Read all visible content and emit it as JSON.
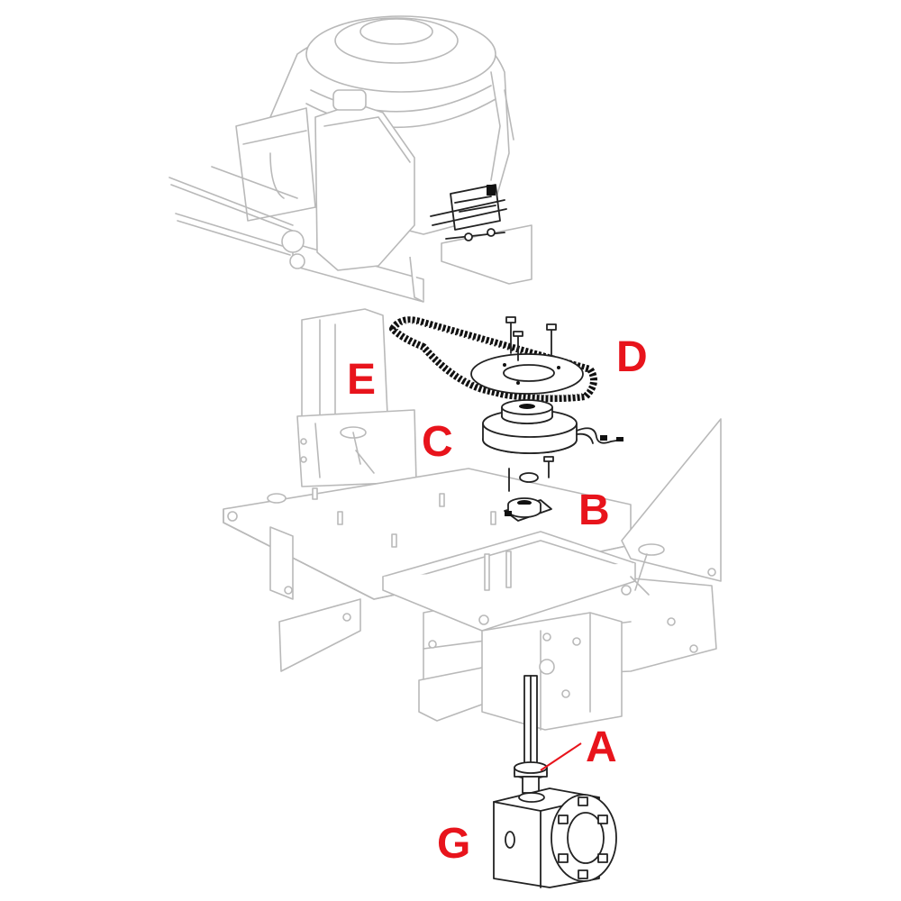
{
  "diagram": {
    "labels": {
      "a": "A",
      "b": "B",
      "c": "C",
      "d": "D",
      "e": "E",
      "g": "G"
    },
    "colors": {
      "label": "#e8141c",
      "ghost_outline": "#b9b9b9",
      "part_outline": "#222222",
      "background": "#ffffff"
    }
  }
}
